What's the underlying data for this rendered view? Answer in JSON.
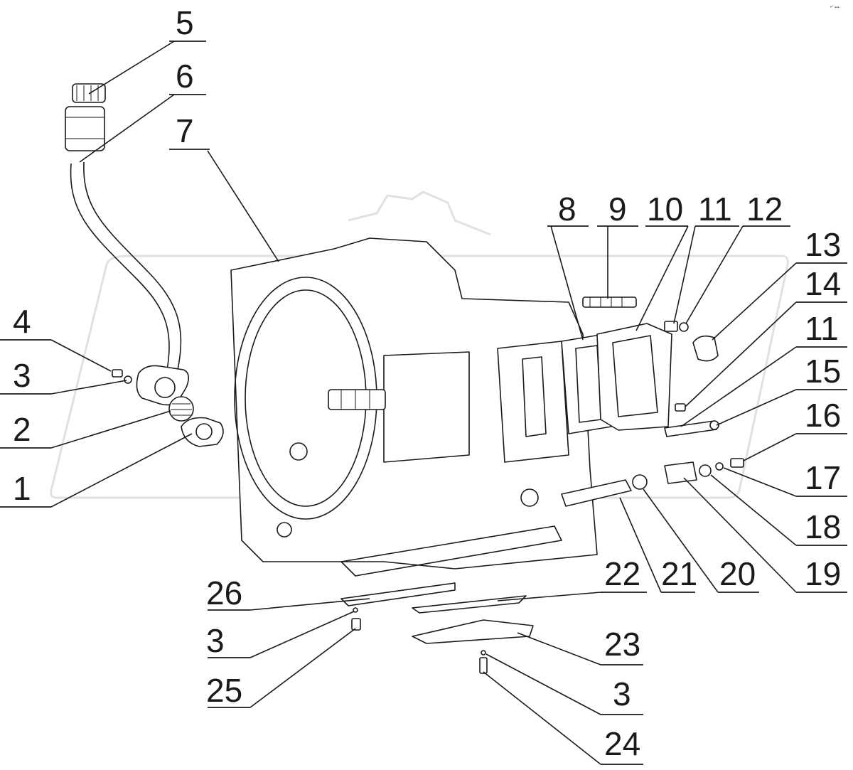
{
  "callouts": [
    {
      "id": "c5",
      "label": "5"
    },
    {
      "id": "c6",
      "label": "6"
    },
    {
      "id": "c7",
      "label": "7"
    },
    {
      "id": "c4",
      "label": "4"
    },
    {
      "id": "c3a",
      "label": "3"
    },
    {
      "id": "c2",
      "label": "2"
    },
    {
      "id": "c1",
      "label": "1"
    },
    {
      "id": "c8",
      "label": "8"
    },
    {
      "id": "c9",
      "label": "9"
    },
    {
      "id": "c10",
      "label": "10"
    },
    {
      "id": "c11a",
      "label": "11"
    },
    {
      "id": "c12",
      "label": "12"
    },
    {
      "id": "c13",
      "label": "13"
    },
    {
      "id": "c14",
      "label": "14"
    },
    {
      "id": "c11b",
      "label": "11"
    },
    {
      "id": "c15",
      "label": "15"
    },
    {
      "id": "c16",
      "label": "16"
    },
    {
      "id": "c17",
      "label": "17"
    },
    {
      "id": "c18",
      "label": "18"
    },
    {
      "id": "c19",
      "label": "19"
    },
    {
      "id": "c20",
      "label": "20"
    },
    {
      "id": "c21",
      "label": "21"
    },
    {
      "id": "c22",
      "label": "22"
    },
    {
      "id": "c26",
      "label": "26"
    },
    {
      "id": "c3b",
      "label": "3"
    },
    {
      "id": "c23",
      "label": "23"
    },
    {
      "id": "c25",
      "label": "25"
    },
    {
      "id": "c3c",
      "label": "3"
    },
    {
      "id": "c24",
      "label": "24"
    }
  ],
  "corner_mark": "•° ▪▪▪",
  "colors": {
    "ink": "#1a1a1a",
    "watermark": "#c8c8c8",
    "background": "#ffffff"
  }
}
